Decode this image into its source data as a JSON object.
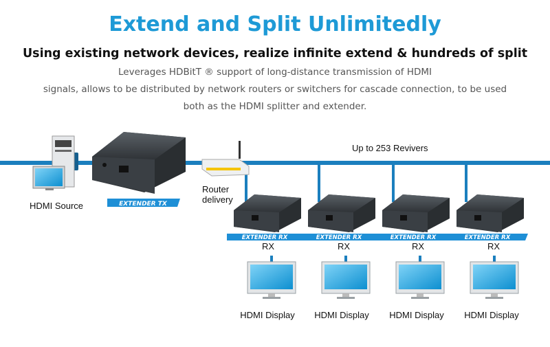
{
  "header": {
    "title": "Extend and Split Unlimitedly",
    "subtitle": "Using existing network devices, realize infinite extend & hundreds of split",
    "description_lines": [
      "Leverages HDBitT ® support of long-distance transmission of HDMI",
      "signals, allows to be distributed by network routers or switchers for cascade connection, to be used",
      "both as the HDMI splitter and extender."
    ]
  },
  "diagram": {
    "source_label": "HDMI Source",
    "router_label_line1": "Router",
    "router_label_line2": "delivery",
    "receivers_label": "Up to 253 Revivers",
    "tx_strip_text": "EXTENDER TX",
    "rx_strip_text": "EXTENDER RX",
    "receivers": [
      {
        "rx_label": "RX",
        "display_label": "HDMI Display"
      },
      {
        "rx_label": "RX",
        "display_label": "HDMI Display"
      },
      {
        "rx_label": "RX",
        "display_label": "HDMI Display"
      },
      {
        "rx_label": "RX",
        "display_label": "HDMI Display"
      }
    ]
  },
  "colors": {
    "title": "#1e9ad6",
    "cable": "#1b7fbe",
    "device_body": "#3a3f44",
    "screen": "#1aa3e0",
    "strip": "#1e8fd6"
  }
}
